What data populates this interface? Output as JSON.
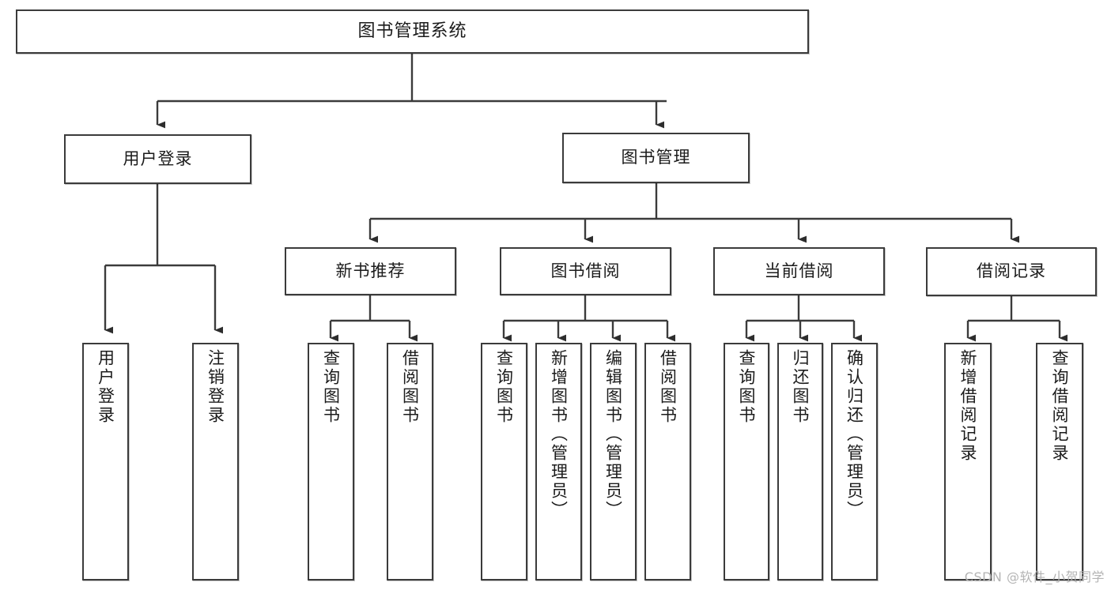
{
  "diagram": {
    "title_node": {
      "label": "图书管理系统"
    },
    "level2": [
      {
        "label": "用户登录"
      },
      {
        "label": "图书管理"
      }
    ],
    "level3": [
      {
        "label": "新书推荐"
      },
      {
        "label": "图书借阅"
      },
      {
        "label": "当前借阅"
      },
      {
        "label": "借阅记录"
      }
    ],
    "leaves": {
      "user_login": [
        {
          "label": "用户登录"
        },
        {
          "label": "注销登录"
        }
      ],
      "new_book_recommend": [
        {
          "label": "查询图书"
        },
        {
          "label": "借阅图书"
        }
      ],
      "book_borrow": [
        {
          "label": "查询图书"
        },
        {
          "label": "新增图书（管理员）"
        },
        {
          "label": "编辑图书（管理员）"
        },
        {
          "label": "借阅图书"
        }
      ],
      "current_borrow": [
        {
          "label": "查询图书"
        },
        {
          "label": "归还图书"
        },
        {
          "label": "确认归还（管理员）"
        }
      ],
      "borrow_records": [
        {
          "label": "新增借阅记录"
        },
        {
          "label": "查询借阅记录"
        }
      ]
    }
  },
  "watermark": {
    "text": "CSDN @软件_小贺同学"
  },
  "colors": {
    "stroke": "#3b3b3b",
    "text": "#1b1b1b",
    "background": "#ffffff",
    "watermark": "#b4b4b4"
  }
}
